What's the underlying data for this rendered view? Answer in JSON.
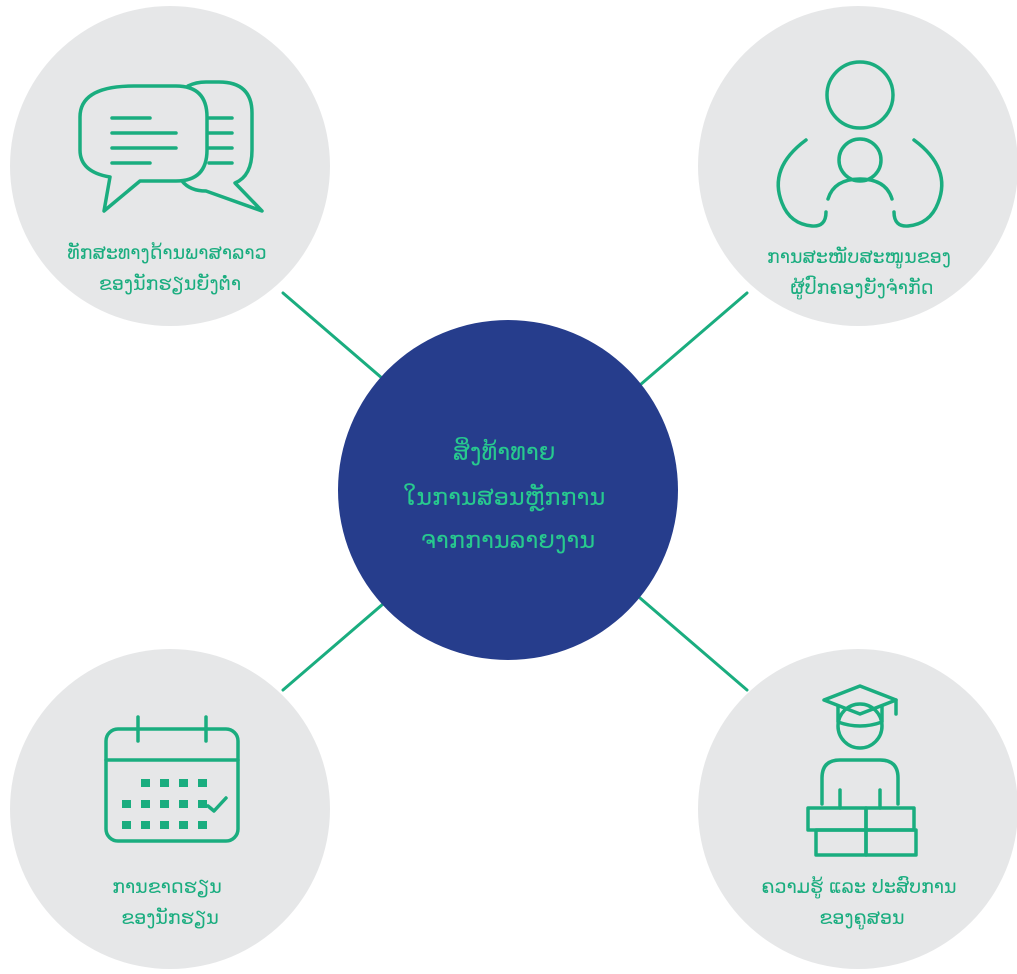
{
  "diagram": {
    "center": {
      "lines": [
        "ສິ່ງທ້າທາຍ",
        "ໃນການສອນຫຼັກການ",
        "ຈາກການລາຍງານ"
      ]
    },
    "nodes": [
      {
        "id": "language-skills",
        "icon": "speech-bubbles-icon",
        "lines": [
          "ທັກສະທາງດ້ານພາສາລາວ",
          "ຂອງນັກຮຽນຍັງຕໍ່າ"
        ]
      },
      {
        "id": "parent-support",
        "icon": "parent-child-icon",
        "lines": [
          "ການສະໜັບສະໜູນຂອງ",
          "ຜູ້ປົກຄອງຍັງຈຳກັດ"
        ]
      },
      {
        "id": "absence",
        "icon": "calendar-icon",
        "lines": [
          "ການຂາດຮຽນ",
          "ຂອງນັກຮຽນ"
        ]
      },
      {
        "id": "teacher-experience",
        "icon": "graduate-books-icon",
        "lines": [
          "ຄວາມຮູ້ ແລະ ປະສົບການ",
          "ຂອງຄູສອນ"
        ]
      }
    ],
    "colors": {
      "accent": "#1aad7f",
      "center_fill": "#263d8c",
      "center_text": "#27c98e",
      "node_fill": "#e6e7e8"
    }
  }
}
